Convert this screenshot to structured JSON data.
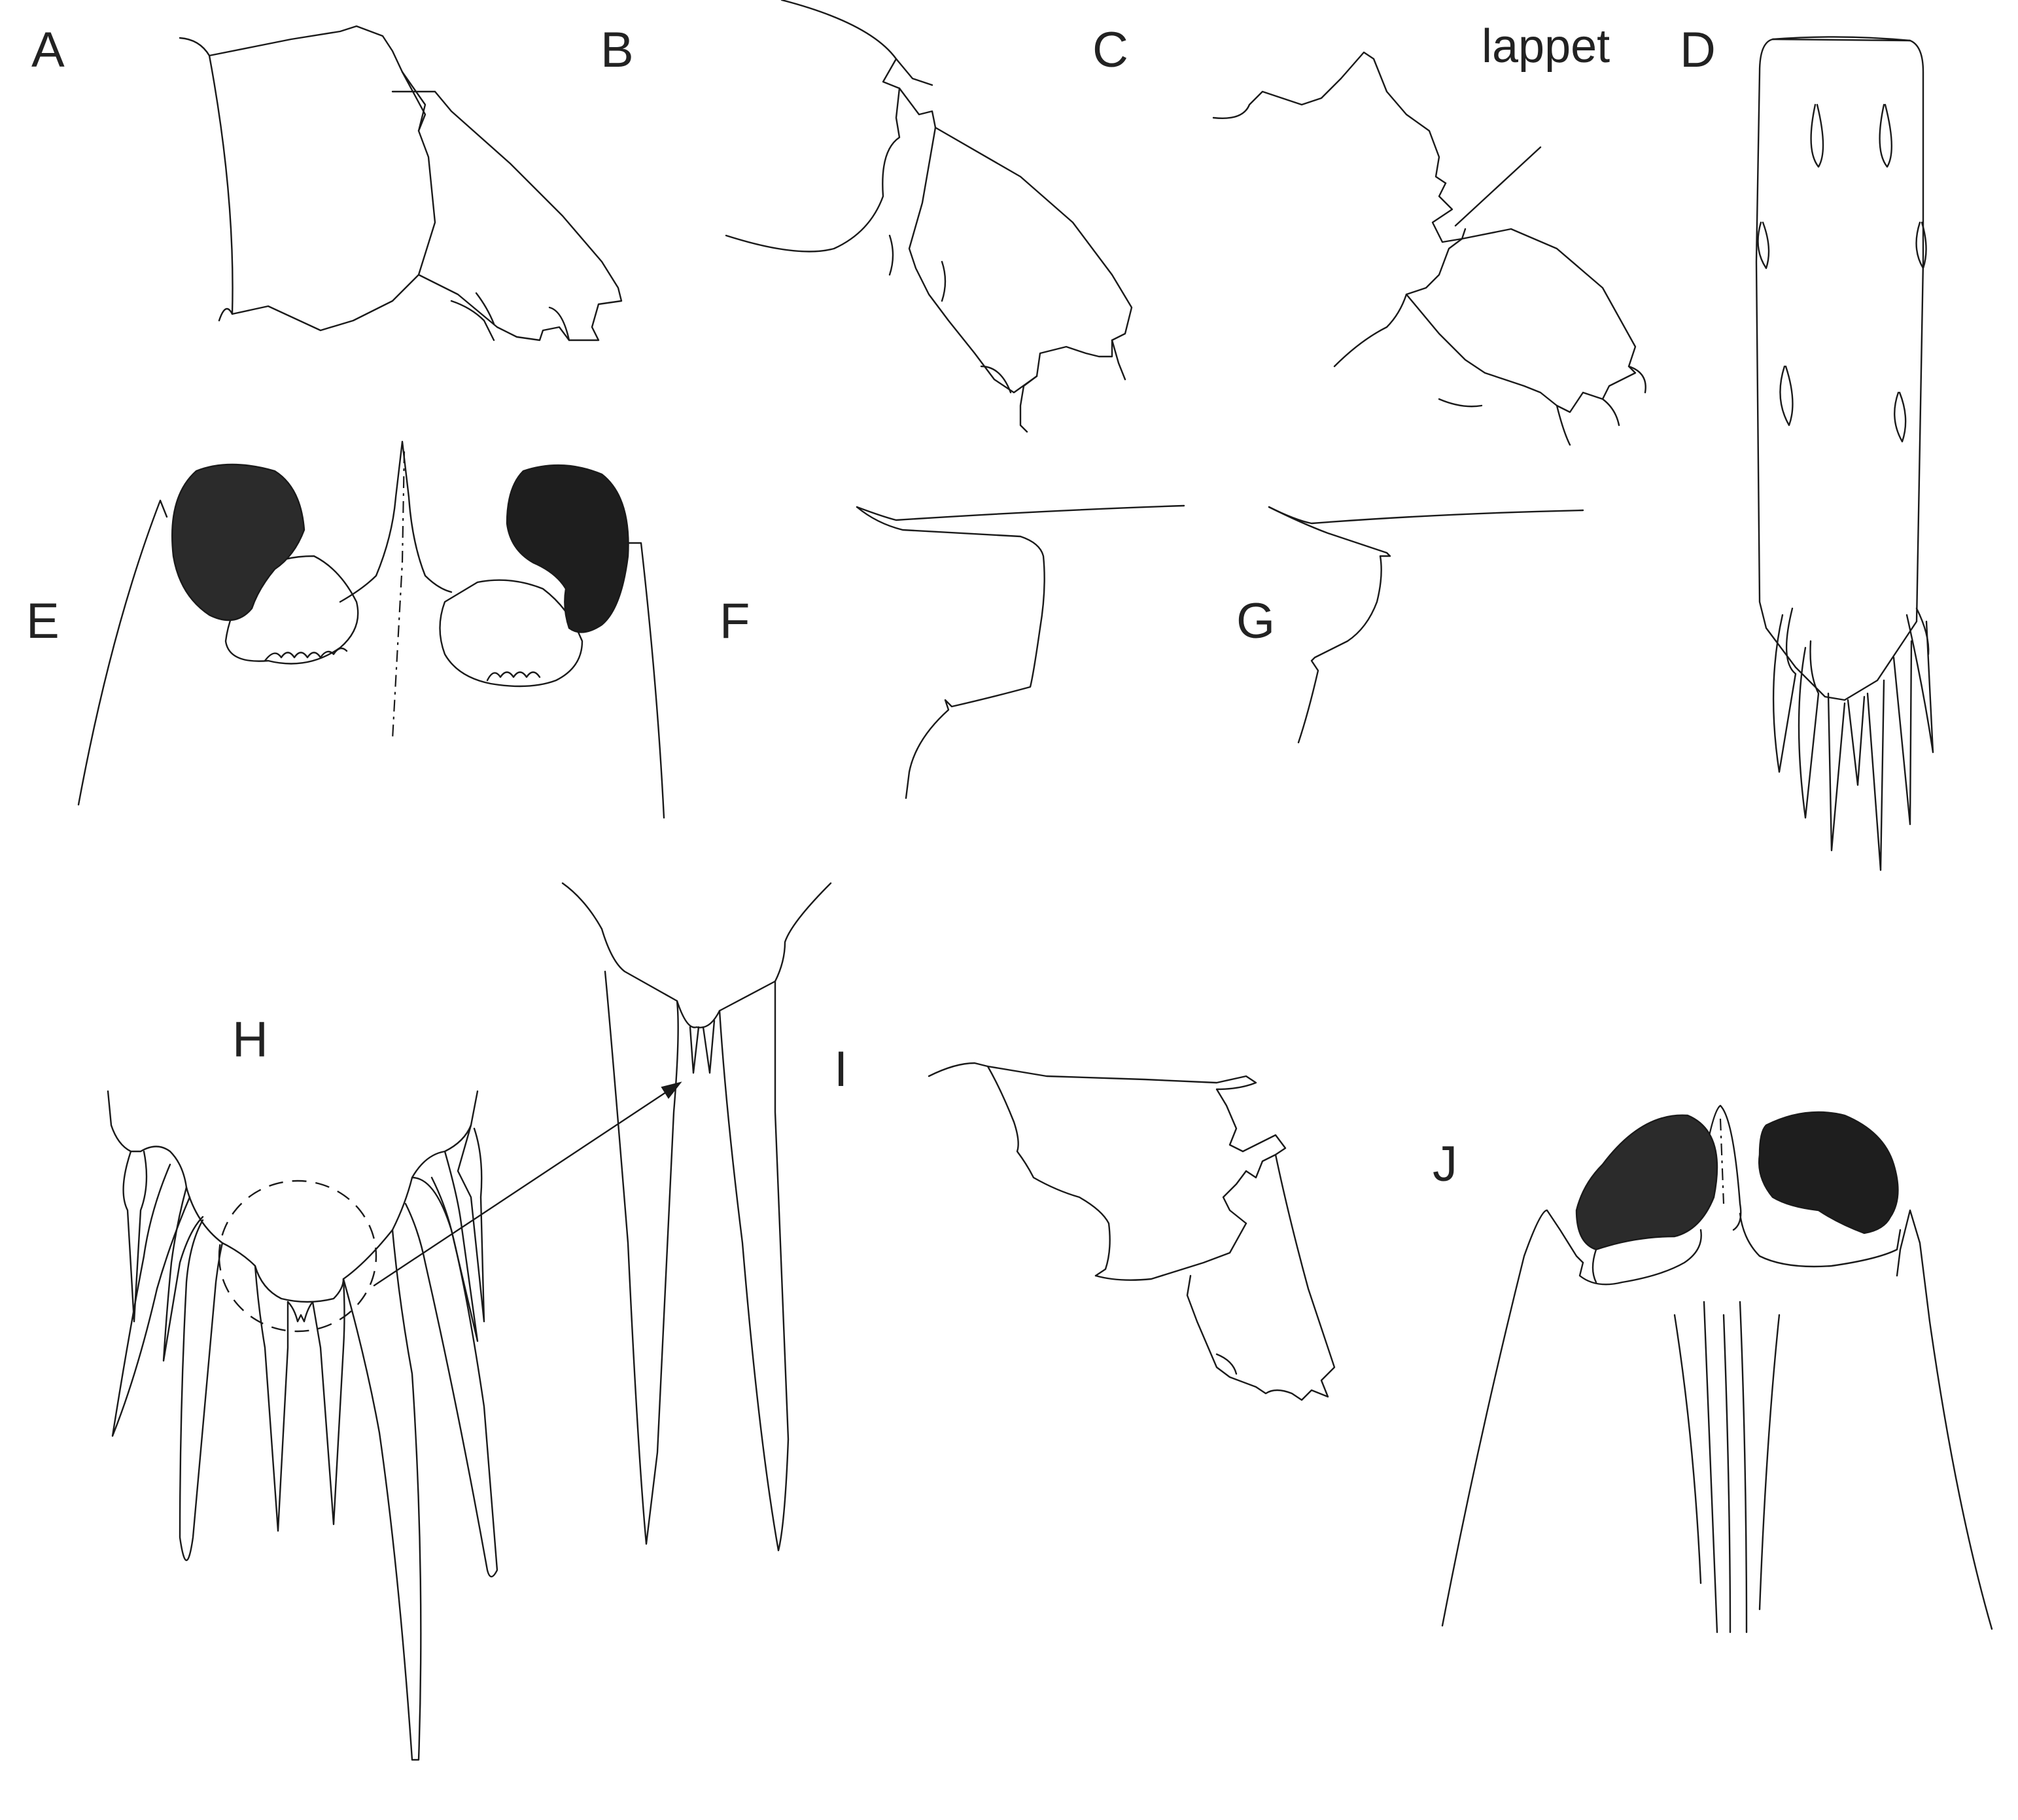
{
  "panels": [
    {
      "id": "A",
      "label": "A"
    },
    {
      "id": "B",
      "label": "B"
    },
    {
      "id": "C",
      "label": "C"
    },
    {
      "id": "D",
      "label": "D"
    },
    {
      "id": "E",
      "label": "E"
    },
    {
      "id": "F",
      "label": "F"
    },
    {
      "id": "G",
      "label": "G"
    },
    {
      "id": "H",
      "label": "H"
    },
    {
      "id": "I",
      "label": "I"
    },
    {
      "id": "J",
      "label": "J"
    }
  ],
  "annotations": {
    "lappet": "lappet"
  },
  "colors": {
    "ink": "#1a1a1a",
    "eye_fill": "#2b2b2b",
    "background": "#ffffff"
  }
}
